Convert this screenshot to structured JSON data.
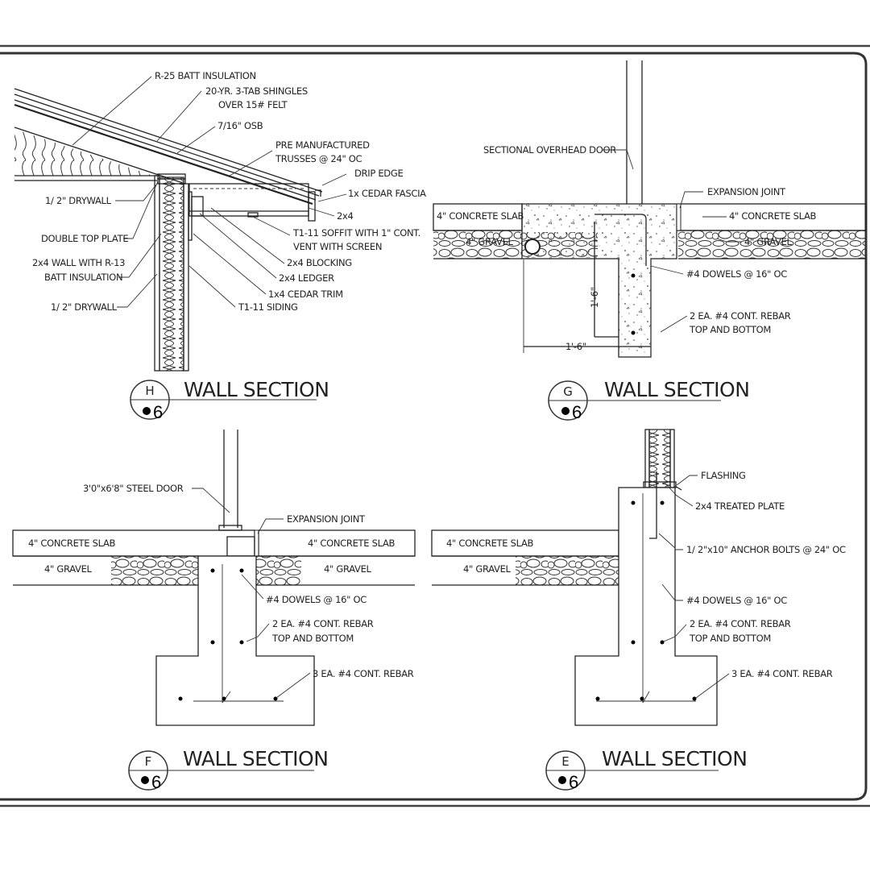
{
  "details": {
    "H": {
      "letter": "H",
      "sheet": "6",
      "title": "WALL SECTION",
      "notes": [
        "R-25 BATT INSULATION",
        "20-YR. 3-TAB SHINGLES",
        "OVER 15# FELT",
        "7/16\" OSB",
        "PRE MANUFACTURED",
        "TRUSSES @ 24\" OC",
        "DRIP EDGE",
        "1x CEDAR FASCIA",
        "2x4",
        "T1-11 SOFFIT WITH 1\" CONT.",
        "VENT WITH SCREEN",
        "2x4 BLOCKING",
        "2x4 LEDGER",
        "1x4 CEDAR TRIM",
        "T1-11 SIDING",
        "1/ 2\" DRYWALL",
        "DOUBLE TOP PLATE",
        "2x4 WALL WITH R-13",
        "BATT INSULATION",
        "1/ 2\" DRYWALL"
      ]
    },
    "G": {
      "letter": "G",
      "sheet": "6",
      "title": "WALL SECTION",
      "notes": [
        "SECTIONAL OVERHEAD DOOR",
        "EXPANSION JOINT",
        "4\" CONCRETE SLAB",
        "4\" CONCRETE SLAB",
        "4\" GRAVEL",
        "4\" GRAVEL",
        "#4 DOWELS @ 16\" OC",
        "2 EA. #4 CONT. REBAR",
        "TOP AND BOTTOM",
        "1'-6\"",
        "1'-6\""
      ]
    },
    "F": {
      "letter": "F",
      "sheet": "6",
      "title": "WALL SECTION",
      "notes": [
        "3'0\"x6'8\" STEEL DOOR",
        "EXPANSION JOINT",
        "4\" CONCRETE SLAB",
        "4\" CONCRETE SLAB",
        "4\" GRAVEL",
        "4\" GRAVEL",
        "#4 DOWELS @ 16\" OC",
        "2 EA. #4 CONT. REBAR",
        "TOP AND BOTTOM",
        "3 EA. #4 CONT. REBAR"
      ]
    },
    "E": {
      "letter": "E",
      "sheet": "6",
      "title": "WALL SECTION",
      "notes": [
        "FLASHING",
        "2x4 TREATED PLATE",
        "4\" CONCRETE SLAB",
        "4\" GRAVEL",
        "1/ 2\"x10\" ANCHOR BOLTS @ 24\" OC",
        "#4 DOWELS @ 16\" OC",
        "2 EA. #4 CONT. REBAR",
        "TOP AND BOTTOM",
        "3 EA. #4 CONT. REBAR"
      ]
    }
  }
}
